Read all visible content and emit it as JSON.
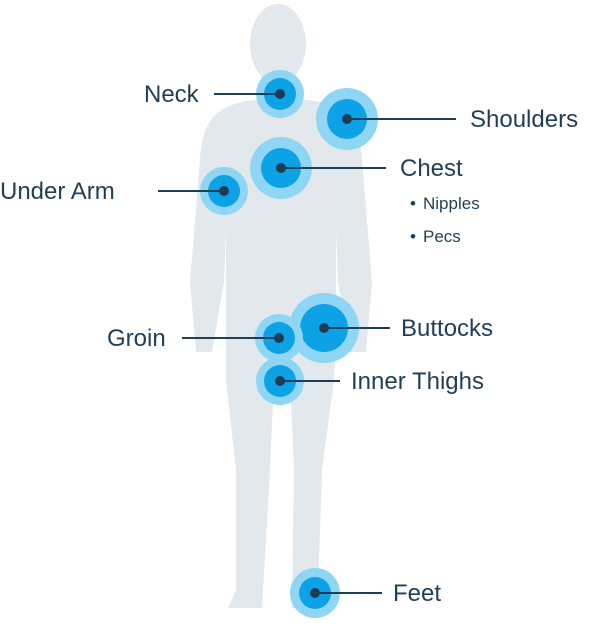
{
  "colors": {
    "body": "#e3e8ec",
    "ring_outer": "#8fd6f4",
    "ring_mid": "#3ab7ec",
    "ring_inner": "#0da2e5",
    "dot": "#1d3a52",
    "leader": "#1f3f58",
    "text": "#1f3f58"
  },
  "regions": [
    {
      "id": "neck",
      "label": "Neck",
      "points": []
    },
    {
      "id": "shoulders",
      "label": "Shoulders",
      "points": []
    },
    {
      "id": "chest",
      "label": "Chest",
      "points": [
        "Nipples",
        "Pecs"
      ]
    },
    {
      "id": "under-arm",
      "label": "Under Arm",
      "points": []
    },
    {
      "id": "groin",
      "label": "Groin",
      "points": []
    },
    {
      "id": "buttocks",
      "label": "Buttocks",
      "points": []
    },
    {
      "id": "inner-thighs",
      "label": "Inner Thighs",
      "points": []
    },
    {
      "id": "feet",
      "label": "Feet",
      "points": []
    }
  ]
}
